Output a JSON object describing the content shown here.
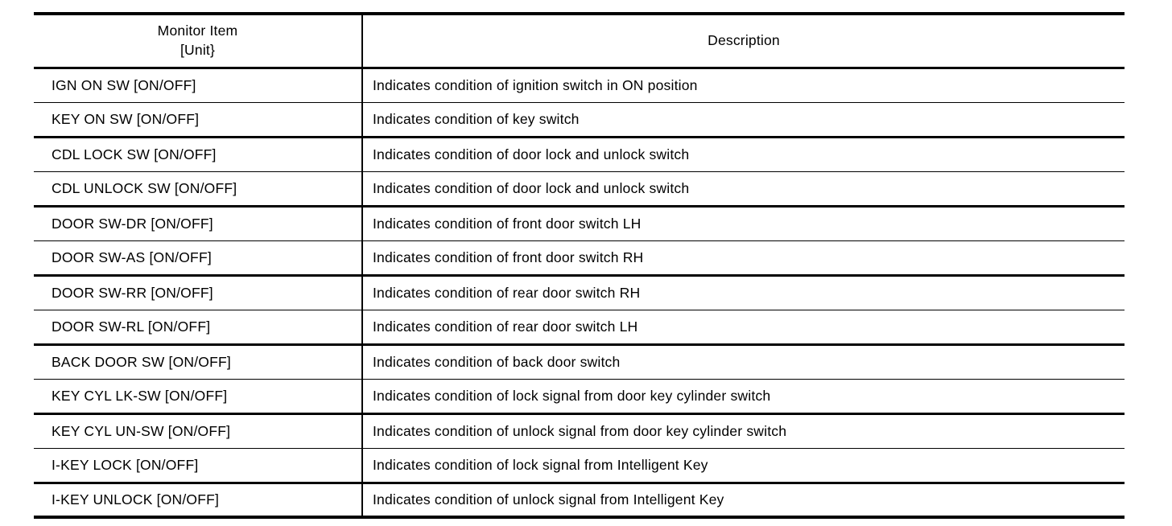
{
  "page": {
    "background_color": "#ffffff",
    "text_color": "#000000",
    "border_color": "#000000"
  },
  "table": {
    "header": {
      "monitor_item_line1": "Monitor Item",
      "monitor_item_line2": "[Unit}",
      "description": "Description"
    },
    "rows": [
      {
        "item": "IGN ON SW [ON/OFF]",
        "description": "Indicates condition of ignition switch in ON position"
      },
      {
        "item": "KEY ON SW [ON/OFF]",
        "description": "Indicates condition of key switch"
      },
      {
        "item": "CDL LOCK SW [ON/OFF]",
        "description": "Indicates condition of door lock and unlock switch"
      },
      {
        "item": "CDL UNLOCK SW [ON/OFF]",
        "description": "Indicates condition of door lock and unlock switch"
      },
      {
        "item": "DOOR SW-DR [ON/OFF]",
        "description": "Indicates condition of front door switch LH"
      },
      {
        "item": "DOOR SW-AS [ON/OFF]",
        "description": "Indicates condition of front door switch RH"
      },
      {
        "item": "DOOR SW-RR [ON/OFF]",
        "description": "Indicates condition of rear door switch RH"
      },
      {
        "item": "DOOR SW-RL [ON/OFF]",
        "description": "Indicates condition of rear door switch LH"
      },
      {
        "item": "BACK DOOR SW [ON/OFF]",
        "description": "Indicates condition of back door switch"
      },
      {
        "item": "KEY CYL LK-SW [ON/OFF]",
        "description": "Indicates condition of lock signal from door key cylinder switch"
      },
      {
        "item": "KEY CYL UN-SW [ON/OFF]",
        "description": "Indicates condition of unlock signal from door key cylinder switch"
      },
      {
        "item": "I-KEY LOCK [ON/OFF]",
        "description": "Indicates condition of lock signal from Intelligent Key"
      },
      {
        "item": "I-KEY UNLOCK [ON/OFF]",
        "description": "Indicates condition of unlock signal from Intelligent Key"
      }
    ]
  }
}
